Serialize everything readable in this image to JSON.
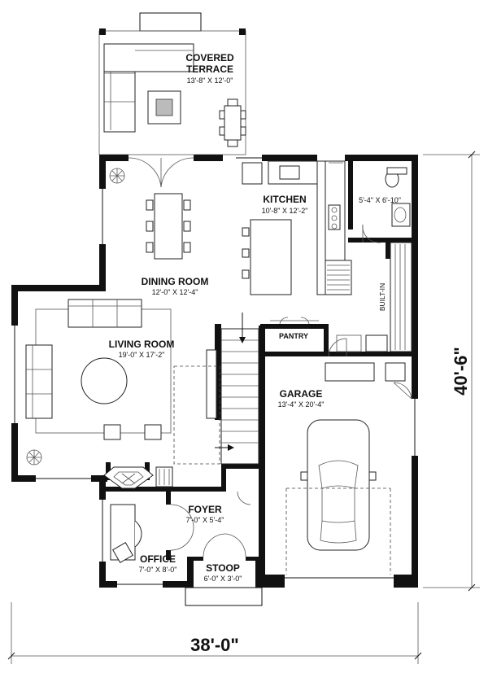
{
  "rooms": {
    "covered_terrace": {
      "name_line1": "COVERED",
      "name_line2": "TERRACE",
      "dims": "13'-8\" X 12'-0\""
    },
    "kitchen": {
      "name": "KITCHEN",
      "dims": "10'-8\" X 12'-2\""
    },
    "bath": {
      "dims": "5'-4\" X 6'-10\""
    },
    "dining_room": {
      "name": "DINING ROOM",
      "dims": "12'-0\" X 12'-4\""
    },
    "living_room": {
      "name": "LIVING ROOM",
      "dims": "19'-0\" X 17'-2\""
    },
    "pantry": {
      "name": "PANTRY"
    },
    "built_in": {
      "name": "BUILT-IN"
    },
    "garage": {
      "name": "GARAGE",
      "dims": "13'-4\" X 20'-4\""
    },
    "foyer": {
      "name": "FOYER",
      "dims": "7'-0\" X 5'-4\""
    },
    "office": {
      "name": "OFFICE",
      "dims": "7'-0\" X 8'-0\""
    },
    "stoop": {
      "name": "STOOP",
      "dims": "6'-0\" X 3'-0\""
    }
  },
  "overall_dims": {
    "width": "38'-0\"",
    "depth": "40'-6\""
  }
}
